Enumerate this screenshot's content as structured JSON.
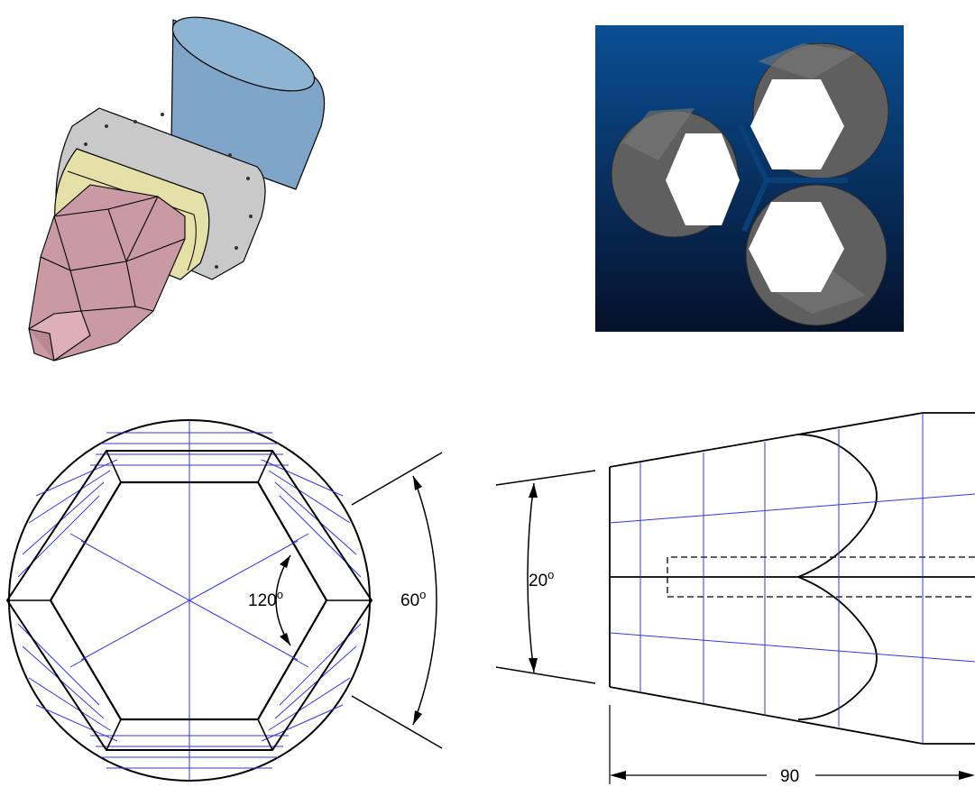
{
  "figure": {
    "panels": [
      "isometric-model",
      "three-hex-render",
      "cross-section-view",
      "side-profile-view"
    ],
    "cross_section": {
      "angle_label": "120",
      "angle_unit": "o",
      "sector_label": "60",
      "sector_unit": "o"
    },
    "side_profile": {
      "taper_label": "20",
      "taper_unit": "o",
      "length_label": "90"
    },
    "colors": {
      "line": "#000000",
      "hatch": "#3333ee",
      "render_bg_top": "#0a4f95",
      "render_bg_bottom": "#05112a",
      "render_face": "#ffffff",
      "render_shell": "#5f5f5f",
      "model_blue": "#7fa6c8",
      "model_yellow": "#e4e0a8",
      "model_pink": "#c99aa3",
      "model_ring": "#c8c8c8"
    }
  }
}
